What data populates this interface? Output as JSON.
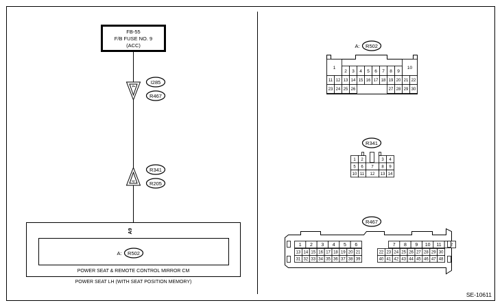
{
  "fuse_box": {
    "line1": "FB-55",
    "line2": "F/B FUSE NO. 9",
    "line3": "(ACC)"
  },
  "upper_connectors": [
    "I285",
    "R467"
  ],
  "upper_pin": "4",
  "lower_connectors": [
    "R341",
    "R205"
  ],
  "lower_pin": "4",
  "wire_pin": "A9",
  "inner_connector": {
    "prefix": "A:",
    "id": "R502"
  },
  "cm_label": "POWER SEAT & REMOTE CONTROL MIRROR CM",
  "outer_label": "POWER SEAT LH (WITH SEAT POSITION MEMORY)",
  "conn_r502": {
    "prefix": "A:",
    "id": "R502",
    "left_big": "1",
    "right_big": "10",
    "top": [
      "2",
      "3",
      "4",
      "5",
      "6",
      "7",
      "8",
      "9"
    ],
    "mid": [
      "11",
      "12",
      "13",
      "14",
      "15",
      "16",
      "17",
      "18",
      "19",
      "20",
      "21",
      "22"
    ],
    "bottom_left": [
      "23",
      "24",
      "25",
      "26"
    ],
    "bottom_right": [
      "27",
      "28",
      "29",
      "30"
    ]
  },
  "conn_r341": {
    "id": "R341",
    "left": [
      [
        "1",
        "2"
      ],
      [
        "5",
        "6"
      ],
      [
        "10",
        "11"
      ]
    ],
    "right": [
      [
        "3",
        "4"
      ],
      [
        "8",
        "9"
      ],
      [
        "13",
        "14"
      ]
    ],
    "center": [
      "7",
      "12"
    ]
  },
  "conn_r467": {
    "id": "R467",
    "left_top": [
      "1",
      "2",
      "3",
      "4",
      "5",
      "6"
    ],
    "left_mid": [
      "13",
      "14",
      "15",
      "16",
      "17",
      "18",
      "19",
      "20",
      "21"
    ],
    "left_bot": [
      "31",
      "32",
      "33",
      "34",
      "35",
      "36",
      "37",
      "38",
      "39"
    ],
    "right_top": [
      "7",
      "8",
      "9",
      "10",
      "11",
      "12"
    ],
    "right_mid": [
      "22",
      "23",
      "24",
      "25",
      "26",
      "27",
      "28",
      "29",
      "30"
    ],
    "right_bot": [
      "40",
      "41",
      "42",
      "43",
      "44",
      "45",
      "46",
      "47",
      "48"
    ]
  },
  "figure_code": "SE-10611"
}
